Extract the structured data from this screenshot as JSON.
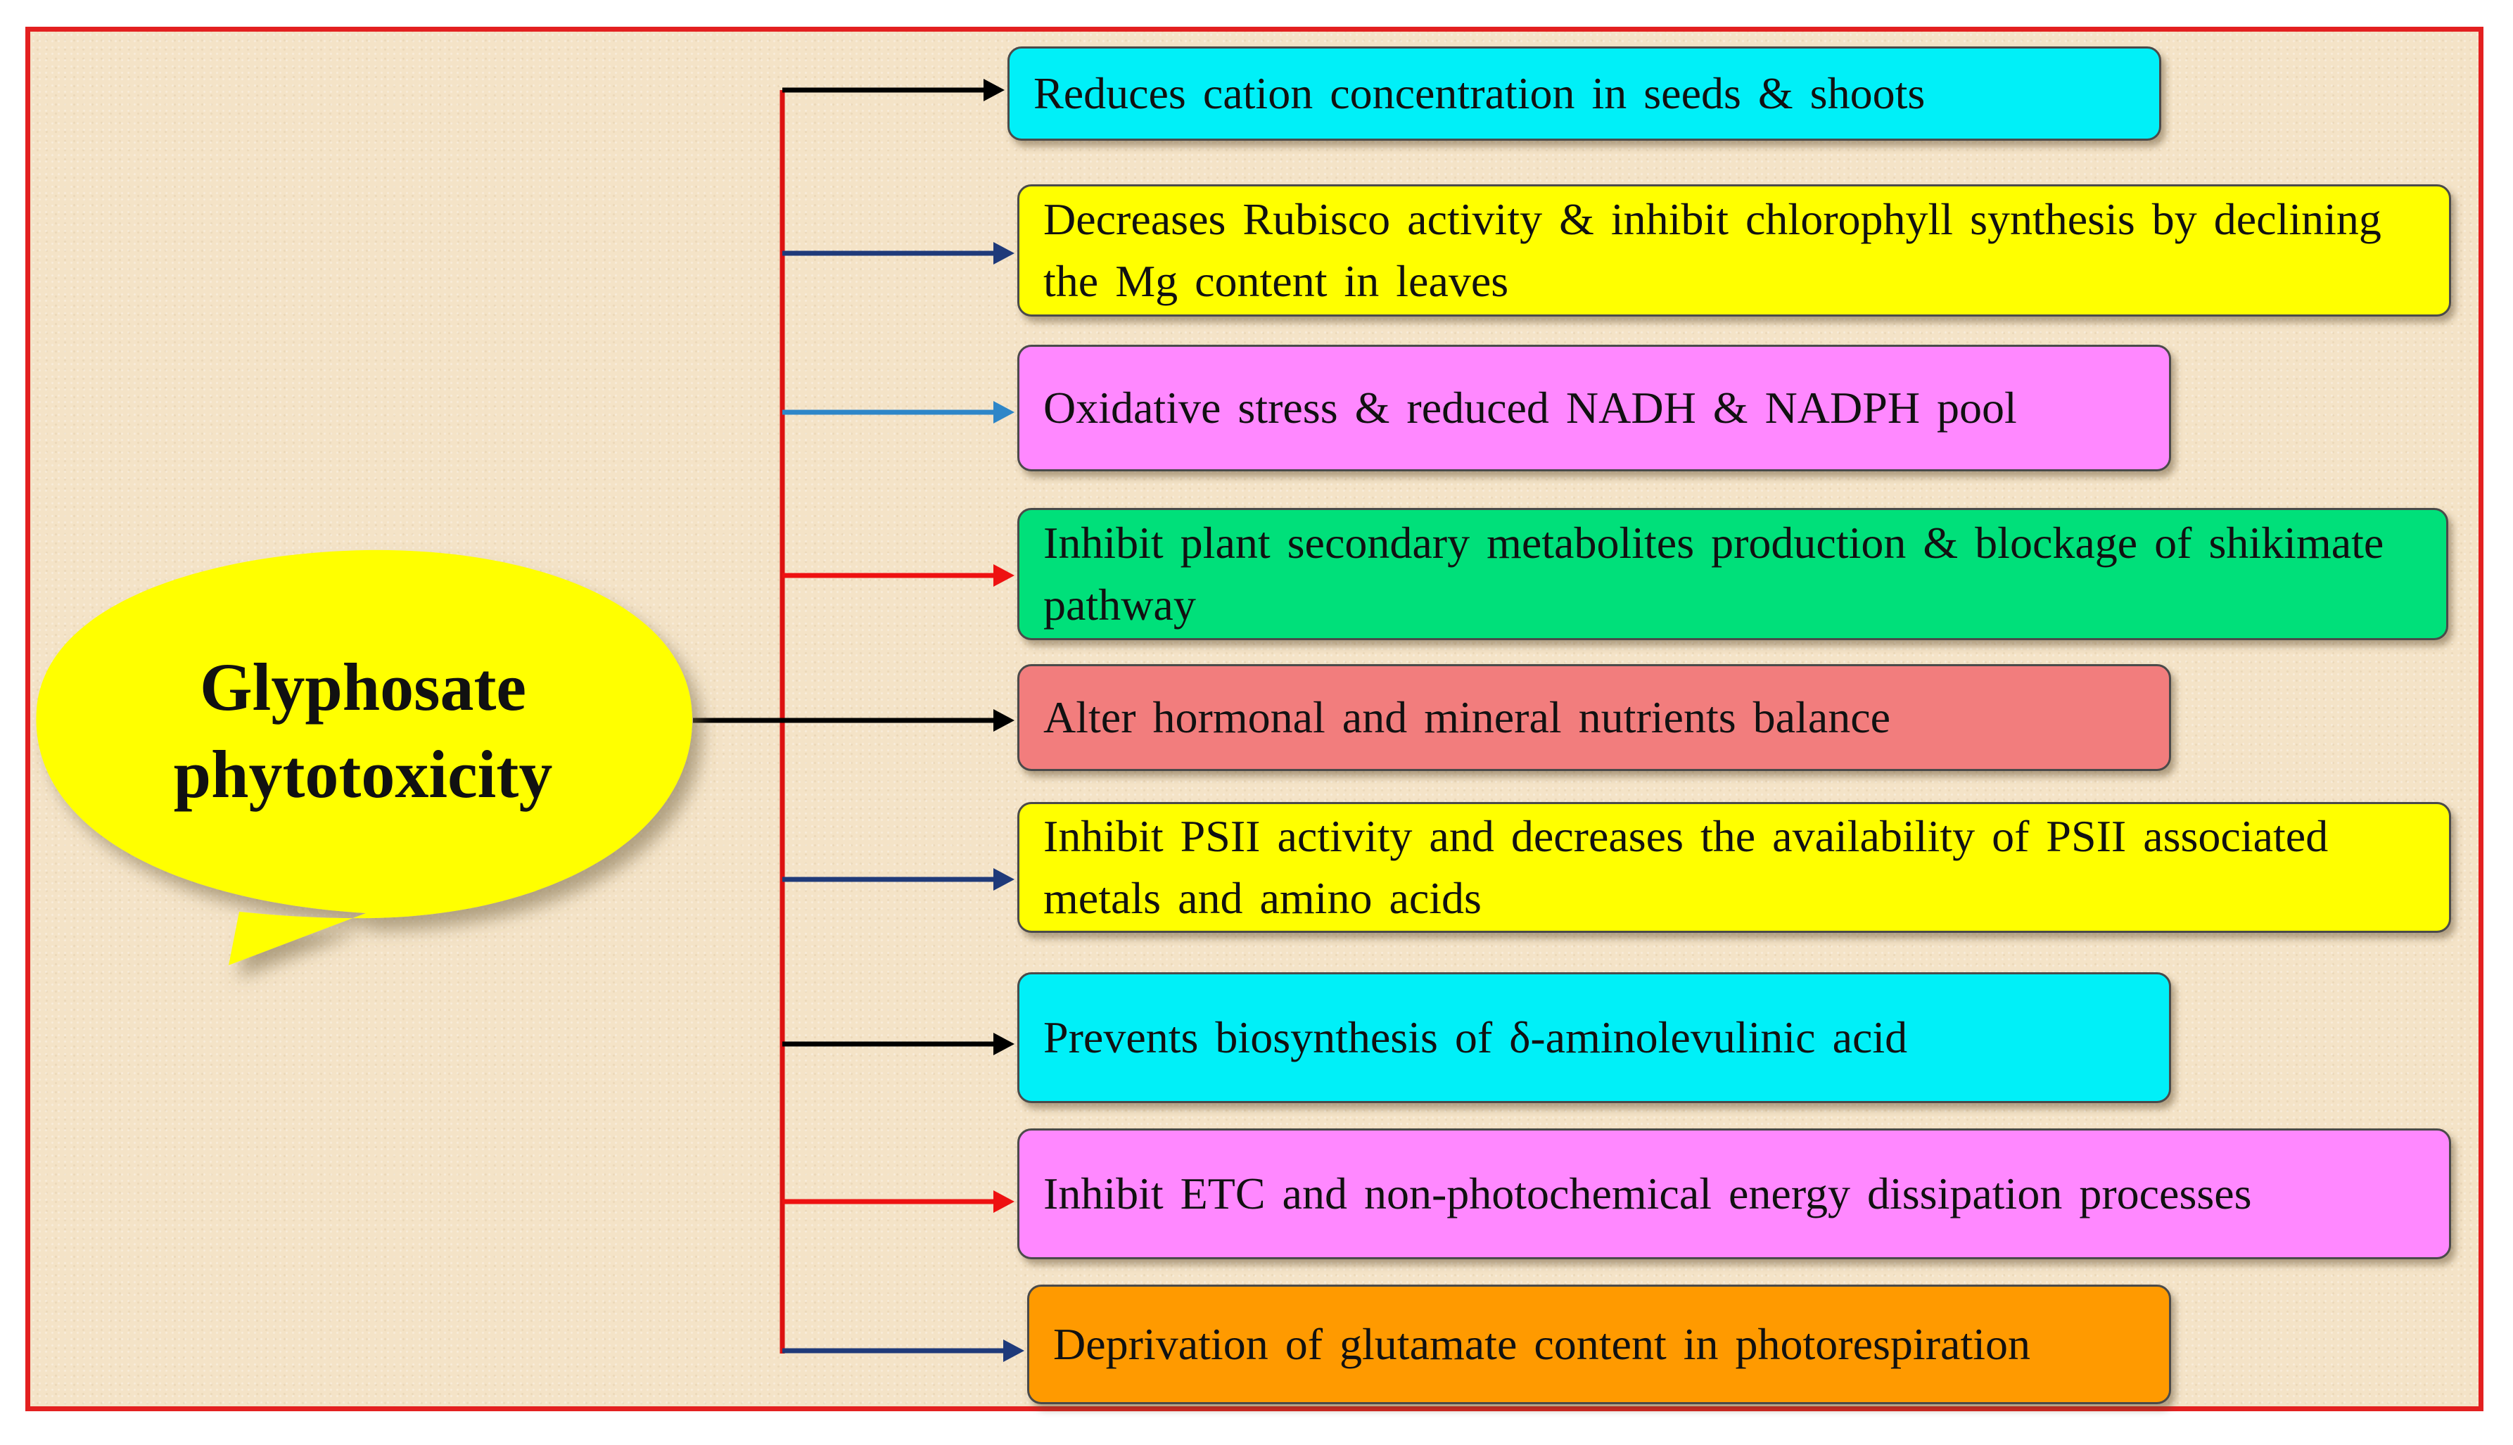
{
  "diagram": {
    "source": {
      "line1": "Glyphosate",
      "line2": "phytotoxicity",
      "fill": "#ffff00"
    },
    "effects": [
      {
        "text": "Reduces cation concentration in seeds & shoots",
        "fill": "#00f0f8",
        "arrow_color": "#000000"
      },
      {
        "text": "Decreases Rubisco activity & inhibit chlorophyll synthesis by declining the Mg content in leaves",
        "fill": "#ffff00",
        "arrow_color": "#1f3a7a"
      },
      {
        "text": "Oxidative stress & reduced NADH & NADPH pool",
        "fill": "#ff88ff",
        "arrow_color": "#2e86c8"
      },
      {
        "text": "Inhibit plant secondary metabolites production & blockage of shikimate pathway",
        "fill": "#00e07a",
        "arrow_color": "#ee1111"
      },
      {
        "text": "Alter hormonal and mineral nutrients balance",
        "fill": "#f27d7d",
        "arrow_color": "#000000"
      },
      {
        "text": "Inhibit PSII activity and decreases the availability of PSII associated metals and amino acids",
        "fill": "#ffff00",
        "arrow_color": "#1f3a7a"
      },
      {
        "text": "Prevents biosynthesis of δ-aminolevulinic acid",
        "fill": "#00f0f8",
        "arrow_color": "#000000"
      },
      {
        "text": "Inhibit ETC and non-photochemical energy dissipation processes",
        "fill": "#ff88ff",
        "arrow_color": "#ee1111"
      },
      {
        "text": "Deprivation of glutamate content in photorespiration",
        "fill": "#ff9a00",
        "arrow_color": "#1f3a7a"
      }
    ],
    "trunk_color": "#dd1111",
    "frame_color": "#e32020"
  }
}
